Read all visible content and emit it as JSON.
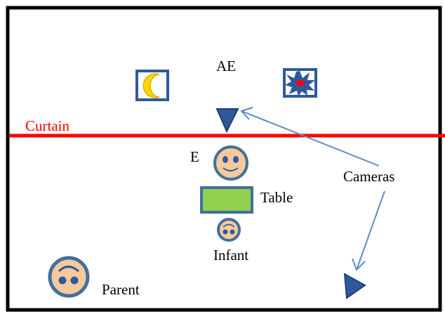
{
  "labels": {
    "ae": "AE",
    "curtain": "Curtain",
    "e": "E",
    "cameras": "Cameras",
    "table": "Table",
    "infant": "Infant",
    "parent": "Parent"
  },
  "colors": {
    "frame": "#000000",
    "curtain_line": "#ff0000",
    "curtain_text": "#ff0000",
    "face_fill": "#f8c99c",
    "face_stroke": "#41719c",
    "table_fill": "#92d050",
    "table_stroke": "#41719c",
    "camera_fill": "#2e5a9c",
    "arrow": "#5b8bc9",
    "moon_fill": "#ffd700",
    "moon_box": "#2e5a9c",
    "burst_fill": "#2e5a9c",
    "burst_center": "#ff0000"
  },
  "icons": [
    "moon-icon",
    "explosion-icon",
    "camera-icon"
  ]
}
